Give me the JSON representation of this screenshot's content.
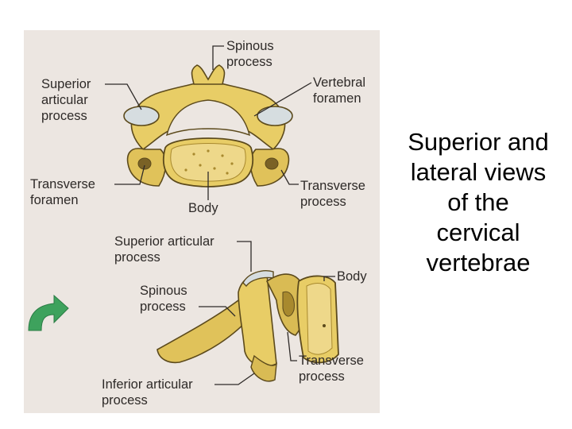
{
  "colors": {
    "background": "#ffffff",
    "paper": "#ece6e1",
    "bone": "#e8cd66",
    "bone_shade": "#a8892e",
    "bone_outline": "#5c4a1c",
    "cartilage": "#d6dde0",
    "arrow": "#3ea25d",
    "label_text": "#2e2a28",
    "leader_line": "#2e2a28"
  },
  "superior_view": {
    "labels": {
      "spinous_process": "Spinous\nprocess",
      "vertebral_foramen": "Vertebral\nforamen",
      "superior_articular_process": "Superior\narticular\nprocess",
      "transverse_foramen": "Transverse\nforamen",
      "body": "Body",
      "transverse_process": "Transverse\nprocess"
    }
  },
  "lateral_view": {
    "labels": {
      "superior_articular_process": "Superior articular\nprocess",
      "body": "Body",
      "spinous_process": "Spinous\nprocess",
      "transverse_process": "Transverse\nprocess",
      "inferior_articular_process": "Inferior articular\nprocess"
    }
  },
  "caption": "Superior and\nlateral views\nof the\ncervical\nvertebrae",
  "icons": {
    "pointer": "green-curved-arrow-icon"
  }
}
